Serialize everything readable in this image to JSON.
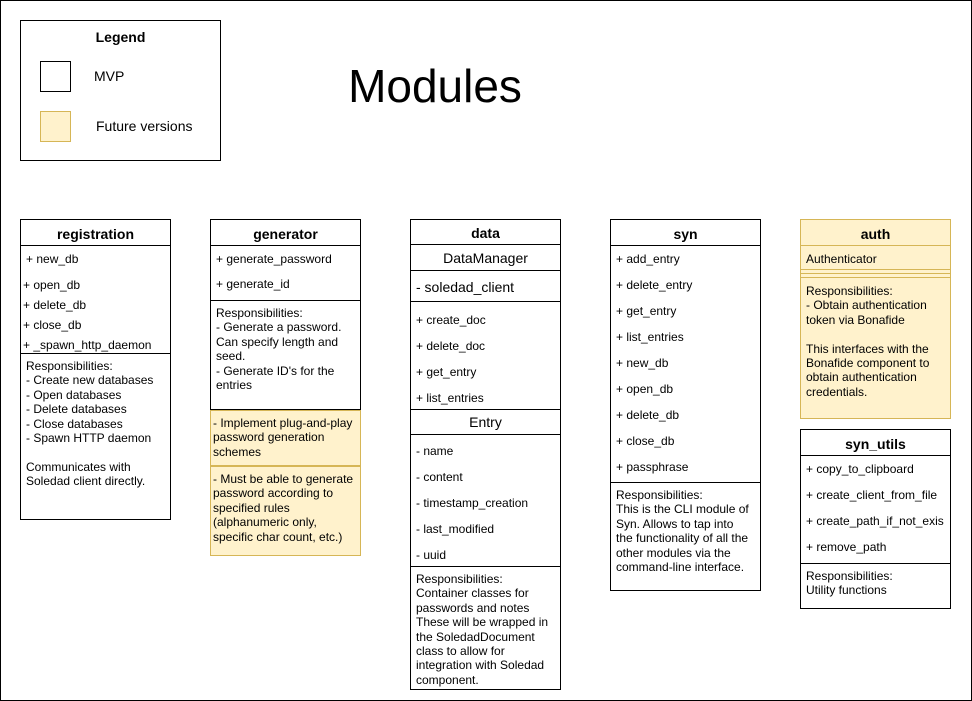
{
  "legend": {
    "title": "Legend",
    "mvp_label": "MVP",
    "future_label": "Future versions",
    "future_color": "#fff2cc",
    "future_border": "#d6b656"
  },
  "page_title": "Modules",
  "modules": {
    "registration": {
      "title": "registration",
      "methods": [
        "+ new_db",
        "+ open_db",
        "+ delete_db",
        "+ close_db",
        "+ _spawn_http_daemon"
      ],
      "responsibilities": "Responsibilities:\n- Create new databases\n- Open databases\n- Delete databases\n- Close databases\n- Spawn HTTP daemon\n\nCommunicates with\nSoledad client directly."
    },
    "generator": {
      "title": "generator",
      "methods": [
        "+ generate_password",
        "+ generate_id"
      ],
      "responsibilities": "Responsibilities:\n- Generate a password.\nCan specify length and\nseed.\n- Generate ID's for the\nentries",
      "note1": " - Implement plug-and-play\npassword generation\nschemes",
      "note2": "- Must be able to generate\npassword according to\nspecified rules\n(alphanumeric only,\nspecific char count, etc.)"
    },
    "data": {
      "title": "data",
      "class1_name": "DataManager",
      "class1_attrs": [
        "- soledad_client"
      ],
      "class1_methods": [
        "+ create_doc",
        "+ delete_doc",
        "+ get_entry",
        "+ list_entries"
      ],
      "class2_name": "Entry",
      "class2_attrs": [
        "- name",
        "- content",
        "- timestamp_creation",
        "- last_modified",
        "- uuid"
      ],
      "responsibilities": "Responsibilities:\nContainer classes for\npasswords and notes\nThese will be wrapped in\nthe SoledadDocument\nclass to allow for\nintegration with Soledad\ncomponent."
    },
    "syn": {
      "title": "syn",
      "methods": [
        "+ add_entry",
        "+ delete_entry",
        "+ get_entry",
        "+ list_entries",
        "+ new_db",
        "+ open_db",
        "+ delete_db",
        "+ close_db",
        "+ passphrase"
      ],
      "responsibilities": "Responsibilities:\nThis is the CLI module of\nSyn. Allows to tap into\nthe functionality of all the\nother modules via the\ncommand-line interface."
    },
    "auth": {
      "title": "auth",
      "class_name": "Authenticator",
      "responsibilities": "Responsibilities:\n- Obtain authentication\ntoken via Bonafide\n\nThis interfaces with the\nBonafide component to\nobtain authentication\ncredentials."
    },
    "syn_utils": {
      "title": "syn_utils",
      "methods": [
        "+ copy_to_clipboard",
        "+ create_client_from_file",
        "+ create_path_if_not_exis",
        "+ remove_path"
      ],
      "responsibilities": "Responsibilities:\nUtility functions"
    }
  }
}
